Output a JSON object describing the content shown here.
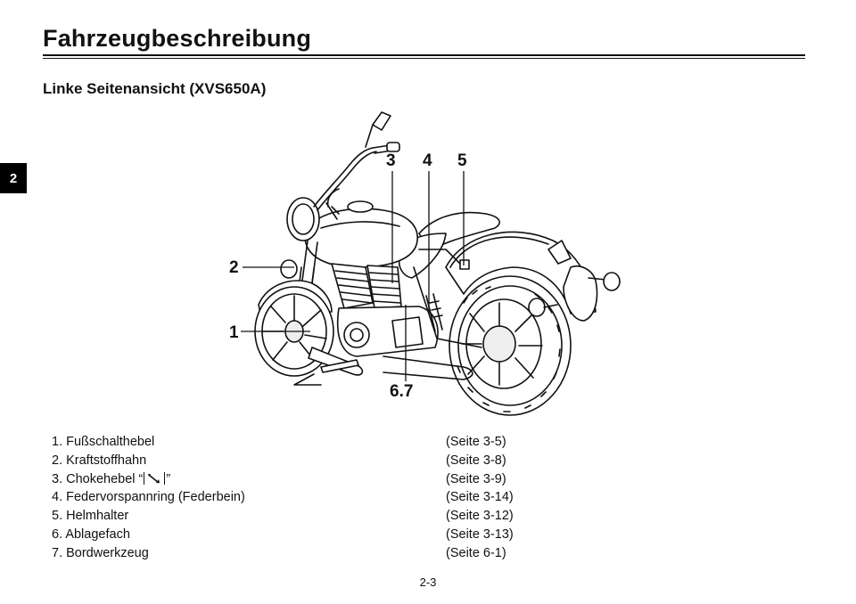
{
  "header": {
    "title": "Fahrzeugbeschreibung"
  },
  "section": {
    "subtitle": "Linke Seitenansicht (XVS650A)"
  },
  "chapter_tab": {
    "label": "2"
  },
  "figure": {
    "callouts": {
      "c1": "1",
      "c2": "2",
      "c3": "3",
      "c4": "4",
      "c5": "5",
      "c67": "6.7"
    }
  },
  "parts": [
    {
      "label": "1. Fußschalthebel",
      "ref": "(Seite 3-5)"
    },
    {
      "label": "2. Kraftstoffhahn",
      "ref": "(Seite 3-8)"
    },
    {
      "label_pre": "3. Chokehebel “",
      "label_post": "”",
      "ref": "(Seite 3-9)"
    },
    {
      "label": "4. Federvorspannring (Federbein)",
      "ref": "(Seite 3-14)"
    },
    {
      "label": "5. Helmhalter",
      "ref": "(Seite 3-12)"
    },
    {
      "label": "6. Ablagefach",
      "ref": "(Seite 3-13)"
    },
    {
      "label": "7. Bordwerkzeug",
      "ref": "(Seite 6-1)"
    }
  ],
  "footer": {
    "page_number": "2-3"
  }
}
